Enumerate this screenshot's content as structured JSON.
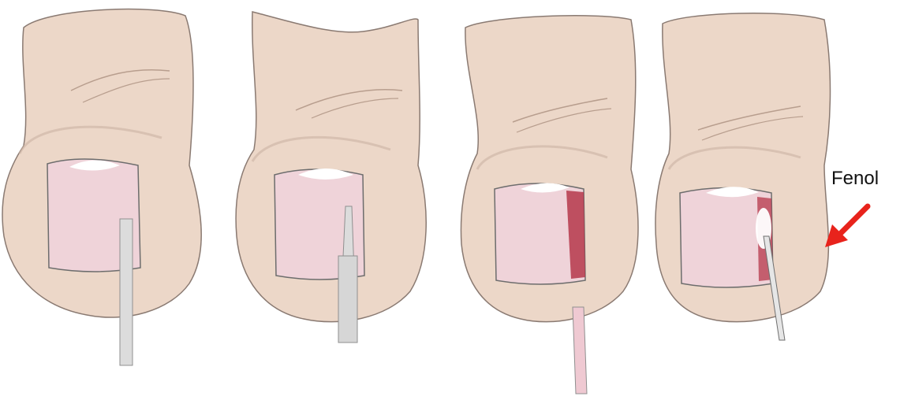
{
  "annotation": {
    "label": "Fenol",
    "arrow_color": "#e8231c"
  },
  "colors": {
    "skin": "#ecd7c8",
    "skin_shadow": "#d8c0ad",
    "outline": "#8a7a72",
    "nail": "#efd3d9",
    "nail_cuticle": "#ffffff",
    "instrument": "#dcdcdc",
    "blood": "#b5374a",
    "removed_nail_strip": "#efc9d2"
  },
  "steps": [
    {
      "id": "step-1",
      "icon": "toe-nail-spatula-under-nail"
    },
    {
      "id": "step-2",
      "icon": "toe-nail-scissors-cut-edge"
    },
    {
      "id": "step-3",
      "icon": "toe-nail-strip-removed"
    },
    {
      "id": "step-4",
      "icon": "toe-nail-phenol-applied"
    }
  ]
}
